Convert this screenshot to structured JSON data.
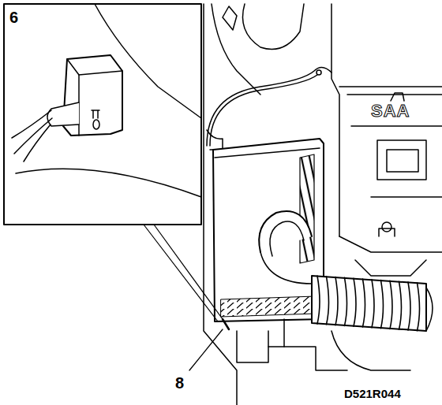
{
  "diagram": {
    "labels": [
      "6",
      "SAA",
      "8",
      "D521R044"
    ]
  }
}
